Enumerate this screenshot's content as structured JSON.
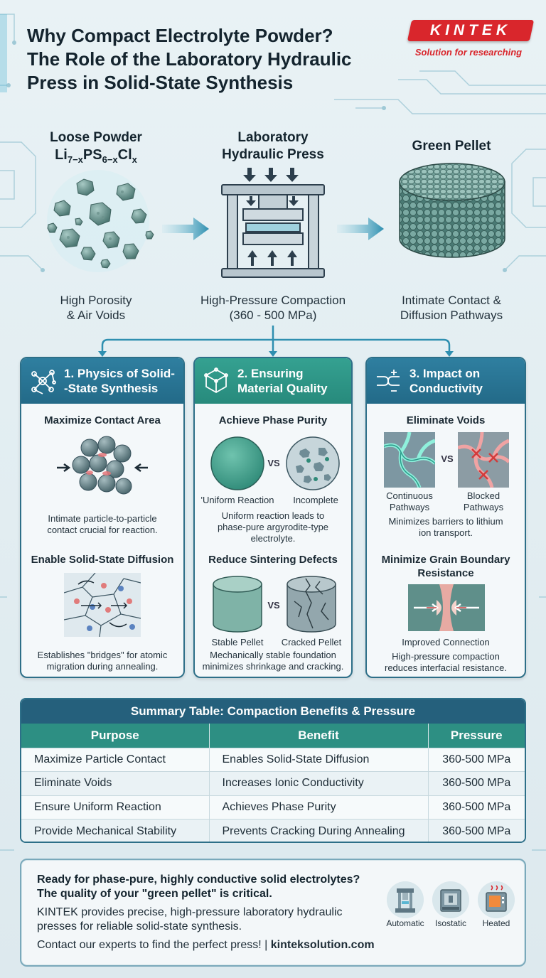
{
  "header": {
    "title_line1": "Why Compact Electrolyte Powder?",
    "title_line2": "The Role of the Laboratory Hydraulic",
    "title_line3": "Press in Solid-State Synthesis",
    "logo_word": "KINTEK",
    "logo_tagline": "Solution for researching"
  },
  "process": {
    "loose_title": "Loose Powder",
    "formula": {
      "a": "Li",
      "s1": "7−x",
      "b": "PS",
      "s2": "6−x",
      "c": "Cl",
      "s3": "x"
    },
    "loose_caption1": "High Porosity",
    "loose_caption2": "& Air Voids",
    "press_title1": "Laboratory",
    "press_title2": "Hydraulic Press",
    "press_caption1": "High-Pressure Compaction",
    "press_caption2": "(360 - 500 MPa)",
    "pellet_title": "Green Pellet",
    "pellet_caption1": "Intimate Contact &",
    "pellet_caption2": "Diffusion Pathways"
  },
  "panels": {
    "physics": {
      "title1": "1. Physics of Solid-",
      "title2": "-State Synthesis",
      "s1_title": "Maximize Contact Area",
      "s1_text1": "Intimate particle-to-particle",
      "s1_text2": "contact crucial for reaction.",
      "s2_title": "Enable Solid-State Diffusion",
      "s2_text1": "Establishes \"bridges\" for atomic",
      "s2_text2": "migration during annealing."
    },
    "quality": {
      "title1": "2. Ensuring",
      "title2": "Material Quality",
      "s1_title": "Achieve Phase Purity",
      "vs": "VS",
      "left_label": "'Uniform Reaction",
      "right_label": "Incomplete",
      "s1_text1": "Uniform reaction leads to",
      "s1_text2": "phase-pure argyrodite-type",
      "s1_text3": "electrolyte.",
      "s2_title": "Reduce Sintering Defects",
      "left2_label": "Stable Pellet",
      "right2_label": "Cracked Pellet",
      "s2_text1": "Mechanically stable foundation",
      "s2_text2": "minimizes shrinkage and cracking."
    },
    "conductivity": {
      "title1": "3. Impact on",
      "title2": "Conductivity",
      "s1_title": "Eliminate Voids",
      "vs": "VS",
      "left_label1": "Continuous",
      "left_label2": "Pathways",
      "right_label1": "Blocked",
      "right_label2": "Pathways",
      "s1_text1": "Minimizes barriers to lithium",
      "s1_text2": "ion transport.",
      "s2_title1": "Minimize Grain Boundary",
      "s2_title2": "Resistance",
      "s2_label": "Improved Connection",
      "s2_text1": "High-pressure compaction",
      "s2_text2": "reduces interfacial resistance."
    }
  },
  "summary": {
    "title": "Summary Table: Compaction Benefits & Pressure",
    "columns": [
      "Purpose",
      "Benefit",
      "Pressure"
    ],
    "rows": [
      [
        "Maximize Particle Contact",
        "Enables Solid-State Diffusion",
        "360-500 MPa"
      ],
      [
        "Eliminate Voids",
        "Increases Ionic Conductivity",
        "360-500 MPa"
      ],
      [
        "Ensure Uniform Reaction",
        "Achieves Phase Purity",
        "360-500 MPa"
      ],
      [
        "Provide Mechanical Stability",
        "Prevents Cracking During Annealing",
        "360-500 MPa"
      ]
    ]
  },
  "cta": {
    "headline1": "Ready for phase-pure, highly conductive solid electrolytes?",
    "headline2": "The quality of your \"green pellet\" is critical.",
    "body1": "KINTEK provides precise, high-pressure laboratory hydraulic",
    "body2": "presses for reliable solid-state synthesis.",
    "contact": "Contact our experts to find the perfect press! | ",
    "website": "kinteksolution.com",
    "products": [
      "Automatic",
      "Isostatic",
      "Heated"
    ]
  },
  "colors": {
    "brand_red": "#d9262c",
    "panel_blue": "#2f7fa0",
    "panel_green": "#35a191",
    "table_header": "#2d8f83"
  }
}
